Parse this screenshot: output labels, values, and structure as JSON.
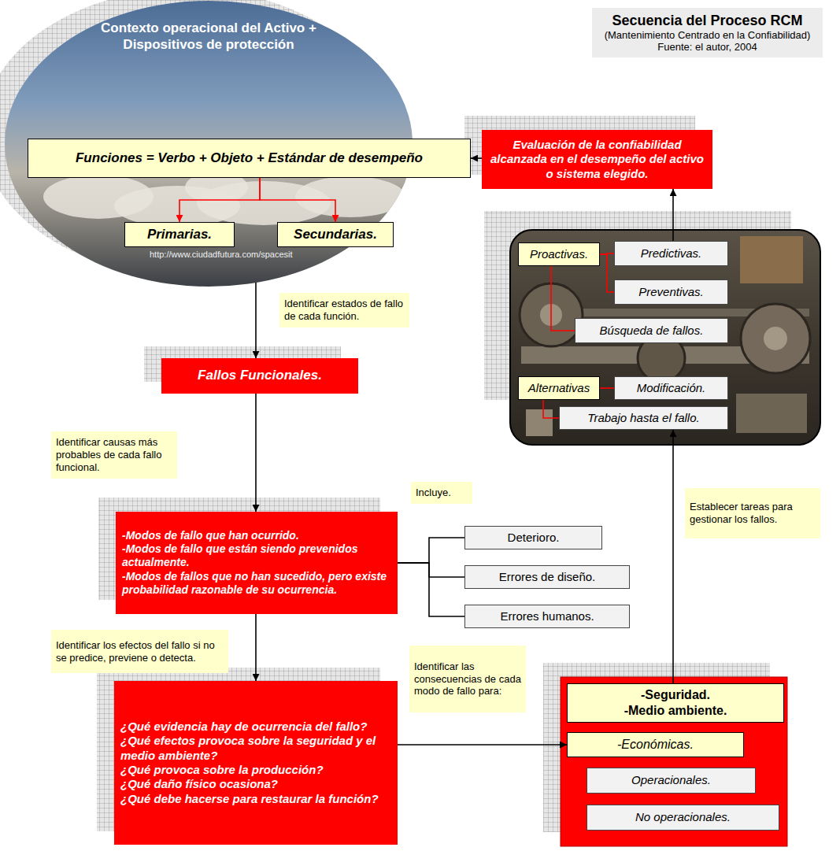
{
  "diagram": {
    "title": "Secuencia del Proceso RCM",
    "nodes": [
      {
        "text": [
          "Contexto operacional del Activo + Dispositivos de protección"
        ]
      },
      {
        "text": [
          "Funciones = Verbo + Objeto + Estándar de desempeño"
        ],
        "in": 0
      },
      {
        "text": [
          "Primarias."
        ],
        "in": 0
      },
      {
        "text": [
          "Secundarias."
        ],
        "in": 0
      },
      {
        "text": [
          "Evaluación de la confiabilidad alcanzada en el desempeño del activo o sistema elegido."
        ]
      },
      {
        "text": [
          "Proactivas."
        ]
      },
      {
        "text": [
          "Predictivas."
        ]
      },
      {
        "text": [
          "Preventivas."
        ]
      },
      {
        "text": [
          "Búsqueda de fallos."
        ]
      },
      {
        "text": [
          "Alternativas"
        ]
      },
      {
        "text": [
          "Modificación."
        ]
      },
      {
        "text": [
          "Trabajo hasta el fallo."
        ]
      },
      {
        "text": [
          "Identificar estados de fallo de cada función."
        ]
      },
      {
        "text": [
          "Fallos Funcionales."
        ]
      },
      {
        "text": [
          "Establecer tareas para gestionar los fallos."
        ]
      },
      {
        "text": [
          "Identificar causas más probables de cada fallo funcional."
        ]
      },
      {
        "text": [
          "Incluye."
        ]
      },
      {
        "text": [
          "-Modos de fallo que han ocurrido.",
          "-Modos de fallo que están siendo prevenidos actualmente.",
          "-Modos de fallos que no han sucedido, pero existe probabilidad razonable de su ocurrencia."
        ]
      },
      {
        "text": [
          "Deterioro."
        ]
      },
      {
        "text": [
          "Errores de diseño."
        ]
      },
      {
        "text": [
          "Errores humanos."
        ]
      },
      {
        "text": [
          "Identificar los efectos del fallo si no se predice, previene o detecta."
        ]
      },
      {
        "text": [
          "¿Qué evidencia hay de ocurrencia del fallo?",
          "¿Qué efectos provoca sobre la seguridad y el medio ambiente?",
          "¿Qué provoca sobre la producción?",
          "¿Qué daño físico ocasiona?",
          "¿Qué debe hacerse para restaurar la función?"
        ]
      },
      {
        "text": [
          "Identificar las consecuencias de cada modo de fallo para:"
        ]
      },
      {
        "text": [
          "-Seguridad.",
          "-Medio ambiente."
        ]
      },
      {
        "text": [
          "-Económicas."
        ]
      },
      {
        "text": [
          "Operacionales."
        ]
      },
      {
        "text": [
          "No operacionales."
        ]
      }
    ],
    "edges": [
      {
        "from": 4,
        "to": 1,
        "arrow": "to"
      },
      {
        "from": 1,
        "to": 2,
        "arrow": "to"
      },
      {
        "from": 1,
        "to": 3,
        "arrow": "to"
      },
      {
        "from": 5,
        "to": 6,
        "arrow": "none"
      },
      {
        "from": 5,
        "to": 7,
        "arrow": "none"
      },
      {
        "from": 5,
        "to": 8,
        "arrow": "none"
      },
      {
        "from": 9,
        "to": 10,
        "arrow": "none"
      },
      {
        "from": 9,
        "to": 11,
        "arrow": "none"
      },
      {
        "from": 0,
        "to": 13,
        "arrow": "to"
      },
      {
        "from": 13,
        "to": 17,
        "arrow": "to"
      },
      {
        "from": 17,
        "to": 18,
        "arrow": "none"
      },
      {
        "from": 17,
        "to": 19,
        "arrow": "none"
      },
      {
        "from": 17,
        "to": 20,
        "arrow": "none"
      },
      {
        "from": 17,
        "to": 22,
        "arrow": "to"
      },
      {
        "from": 22,
        "to": 25,
        "arrow": "to"
      },
      {
        "from": 24,
        "to": 11,
        "arrow": "to"
      },
      {
        "from": 6,
        "to": 4,
        "arrow": "to"
      }
    ],
    "labels": [
      "(Mantenimiento Centrado en la Confiabilidad)",
      "Fuente: el autor, 2004",
      "http://www.ciudadfutura.com/spacesit"
    ]
  }
}
